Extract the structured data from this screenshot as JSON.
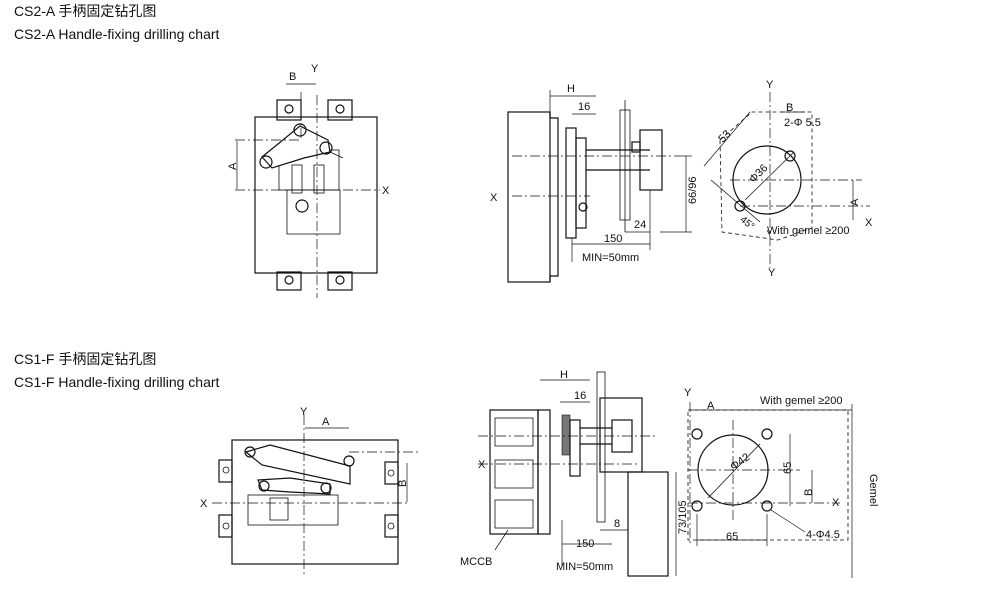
{
  "section1": {
    "title_cn": "CS2-A 手柄固定钻孔图",
    "title_en": "CS2-A Handle-fixing drilling chart",
    "front": {
      "label_b": "B",
      "label_y": "Y",
      "label_a": "A",
      "label_x": "X"
    },
    "side": {
      "label_h": "H",
      "dim_16": "16",
      "label_x": "X",
      "dim_66_96": "66/96",
      "dim_24": "24",
      "dim_150": "150",
      "min_text": "MIN=50mm"
    },
    "drill": {
      "label_y_top": "Y",
      "label_b": "B",
      "holes": "2-Φ 5.5",
      "dim_53": "53",
      "dia": "Φ36",
      "angle": "45°",
      "label_a": "A",
      "label_x": "X",
      "gemel": "With gemel ≥200",
      "label_y_bottom": "Y"
    }
  },
  "section2": {
    "title_cn": "CS1-F 手柄固定钻孔图",
    "title_en": "CS1-F Handle-fixing drilling chart",
    "front": {
      "label_y": "Y",
      "label_a": "A",
      "label_b": "B",
      "label_x": "X"
    },
    "side": {
      "label_h": "H",
      "dim_16": "16",
      "label_x": "X",
      "dim_73_105": "73/105",
      "dim_8": "8",
      "dim_150": "150",
      "mccb": "MCCB",
      "min_text": "MIN=50mm"
    },
    "drill": {
      "label_y": "Y",
      "label_a": "A",
      "gemel_top": "With gemel ≥200",
      "dia": "Φ42",
      "dim_65v": "65",
      "label_b": "B",
      "label_x": "X",
      "dim_65h": "65",
      "holes": "4-Φ4.5",
      "gemel_vertical": "Gemel"
    }
  }
}
